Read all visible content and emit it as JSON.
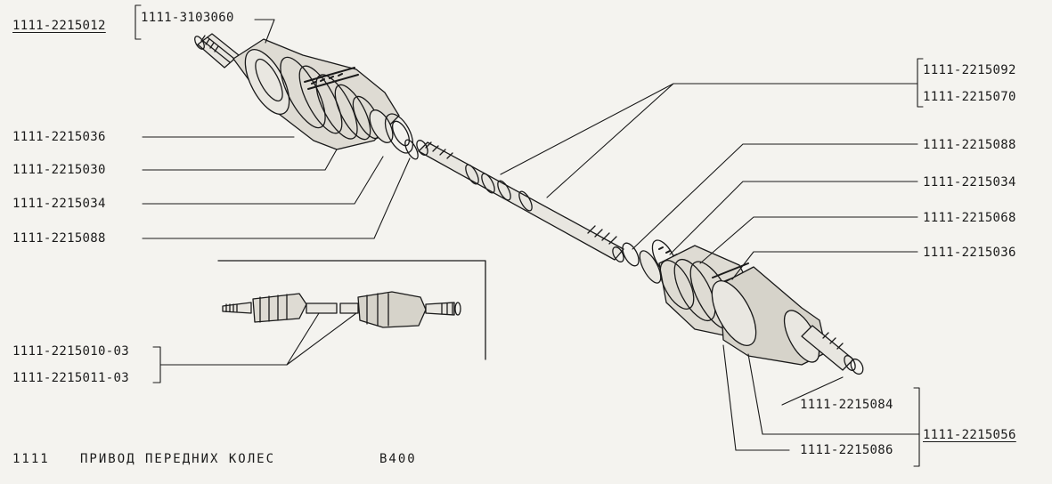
{
  "labels": {
    "assembly_main": "1111-2215012",
    "boot_clamp_small": "1111-3103060",
    "boot_clamp_outer_left": "1111-2215036",
    "boot_left": "1111-2215030",
    "clamp_left": "1111-2215034",
    "ring_left": "1111-2215088",
    "shaft_a": "1111-2215092",
    "shaft_b": "1111-2215070",
    "ring_right": "1111-2215088",
    "clamp_right": "1111-2215034",
    "boot_right": "1111-2215068",
    "clamp_right_outer": "1111-2215036",
    "assembly_03_a": "1111-2215010-03",
    "assembly_03_b": "1111-2215011-03",
    "snap_ring": "1111-2215084",
    "joint_housing": "1111-2215056",
    "retainer": "1111-2215086"
  },
  "caption": {
    "group": "1111",
    "title": "ПРИВОД  ПЕРЕДНИХ  КОЛЕС",
    "code": "B400"
  }
}
